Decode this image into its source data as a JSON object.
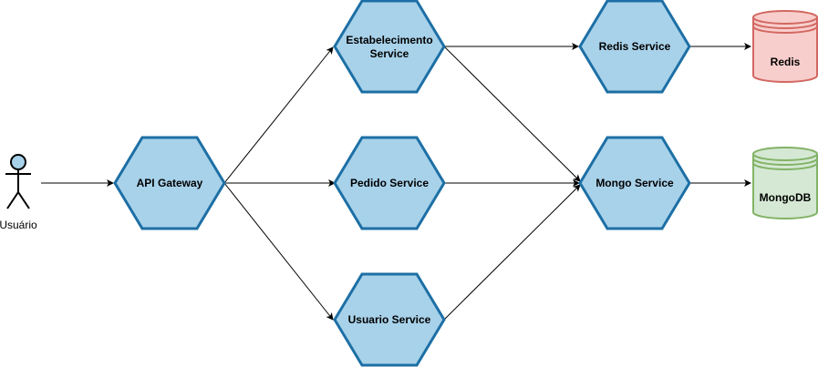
{
  "actor": {
    "label": "Usuário"
  },
  "services": {
    "api_gateway": "API Gateway",
    "estabelecimento_line1": "Estabelecimento",
    "estabelecimento_line2": "Service",
    "pedido": "Pedido Service",
    "usuario": "Usuario Service",
    "redis_service": "Redis Service",
    "mongo_service": "Mongo Service"
  },
  "databases": {
    "redis": "Redis",
    "mongodb": "MongoDB"
  },
  "colors": {
    "service_fill": "#a8d2ea",
    "service_stroke": "#1d6fa5",
    "redis_fill": "#f8cecc",
    "redis_stroke": "#d26862",
    "mongo_fill": "#d5e8d4",
    "mongo_stroke": "#82b366"
  }
}
